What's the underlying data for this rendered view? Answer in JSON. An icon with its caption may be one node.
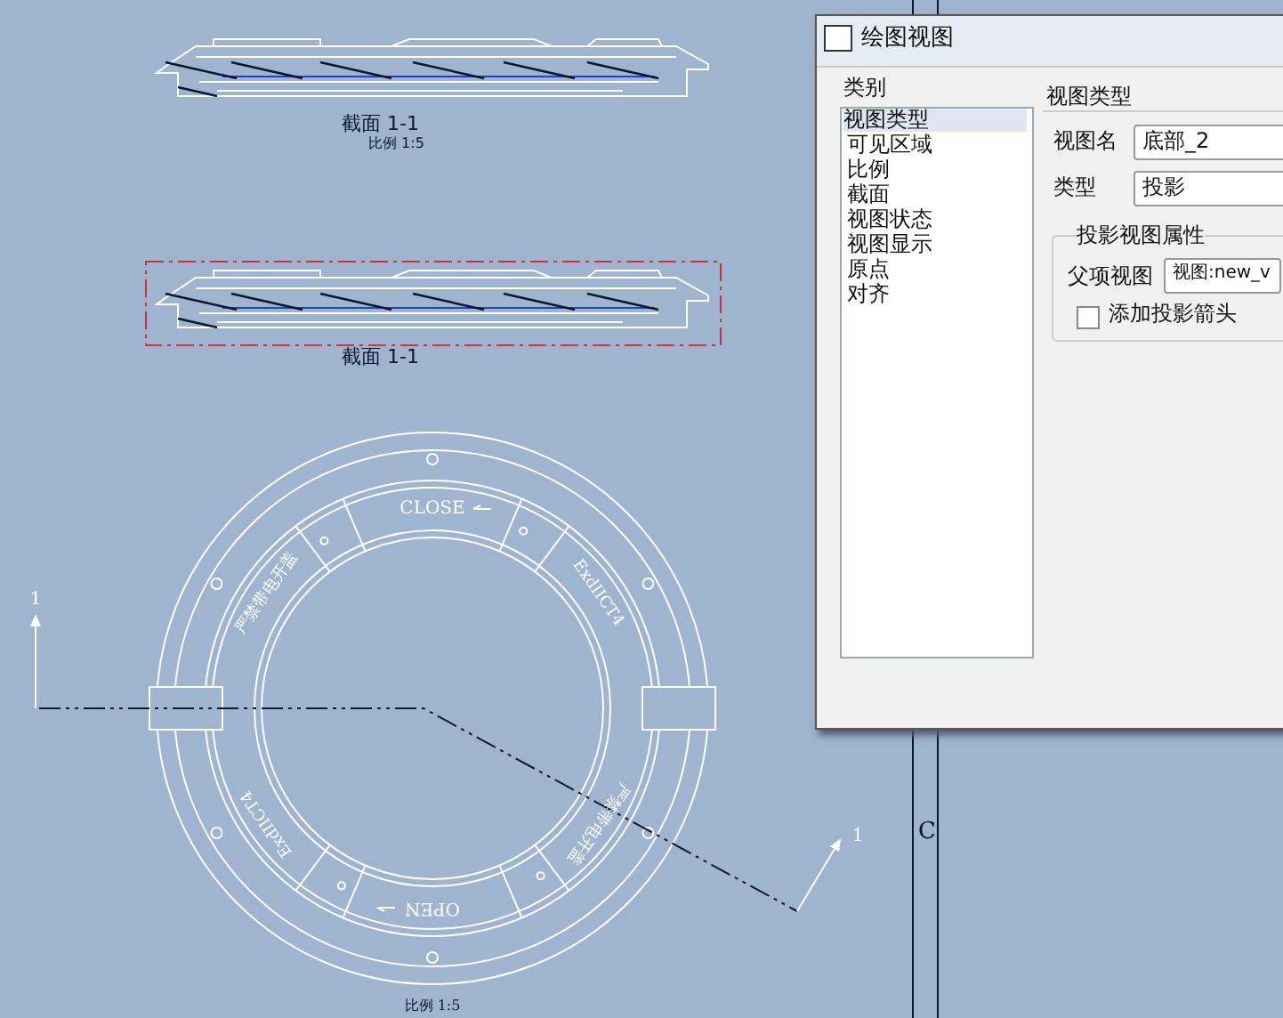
{
  "diagram": {
    "labels": [
      "截面 1-1",
      "比例 1:5",
      "截面 1-1",
      "绘图视图",
      "类别",
      "视图类型",
      "可见区域",
      "比例",
      "截面",
      "视图状态",
      "视图显示",
      "原点",
      "对齐",
      "视图类型",
      "视图名",
      "底部_2",
      "类型",
      "投影",
      "投影视图属性",
      "父项视图",
      "视图:new_v",
      "添加投影箭头",
      "CLOSE",
      "严禁带电开盖",
      "ExdIICT4",
      "1",
      "ExdIICT4",
      "严禁带电开盖",
      "1",
      "C",
      "OPEN",
      "比例 1:5"
    ]
  }
}
